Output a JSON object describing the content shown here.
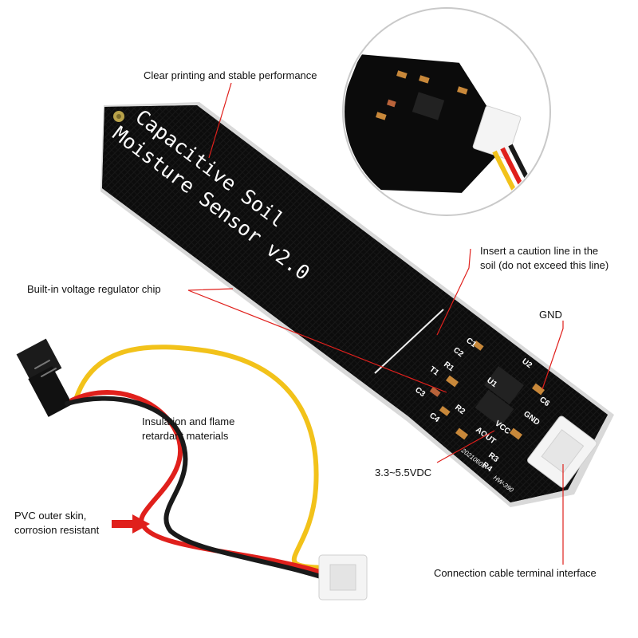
{
  "board": {
    "title_line1": "Capacitive  Soil",
    "title_line2": "Moisture Sensor v2.0",
    "model": "HW-390",
    "date_code": "20210603",
    "components": {
      "c1": "C1",
      "c2": "C2",
      "c3": "C3",
      "c4": "C4",
      "c6": "C6",
      "r1": "R1",
      "r2": "R2",
      "r3": "R3",
      "r4": "R4",
      "u1": "U1",
      "u2": "U2",
      "t1": "T1",
      "gnd": "GND",
      "vcc": "VCC",
      "aout": "AOUT"
    }
  },
  "callouts": {
    "printing": "Clear printing and stable performance",
    "caution_line1": "Insert a caution line in the",
    "caution_line2": "soil (do not exceed this line)",
    "regulator": "Built-in voltage regulator chip",
    "gnd": "GND",
    "insulation_line1": "Insulation and flame",
    "insulation_line2": "retardant materials",
    "voltage": "3.3~5.5VDC",
    "pvc_line1": "PVC outer skin,",
    "pvc_line2": "corrosion resistant",
    "terminal": "Connection cable terminal interface"
  },
  "colors": {
    "board": "#0b0b0b",
    "leader_line": "#e0201c",
    "wire_yellow": "#f2c21a",
    "wire_red": "#e0201c",
    "wire_black": "#1a1a1a"
  }
}
